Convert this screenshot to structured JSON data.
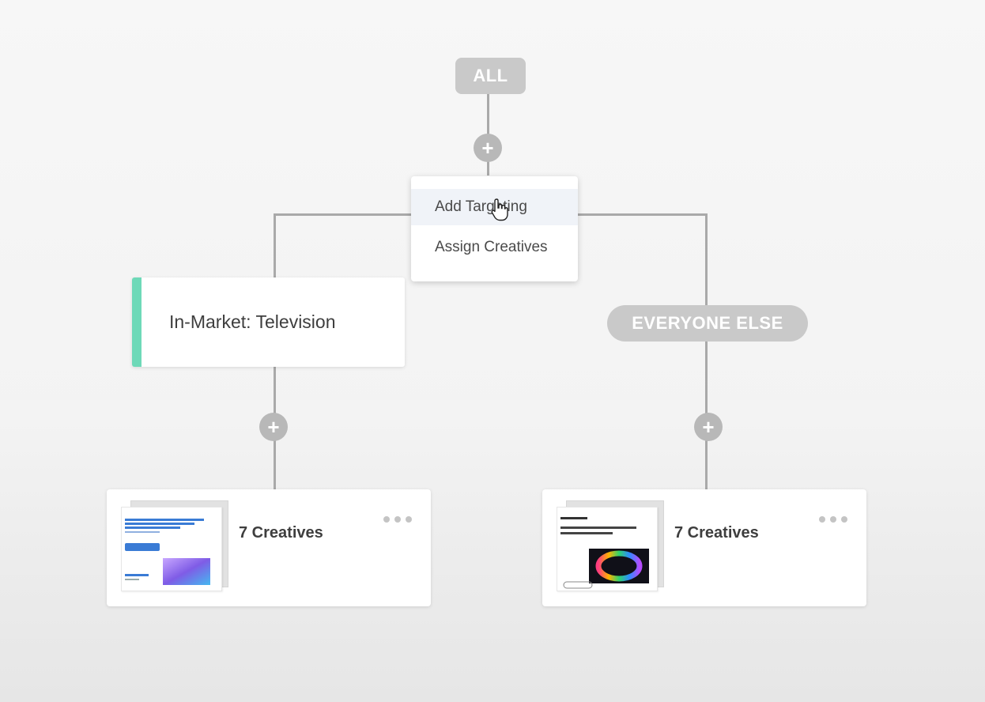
{
  "tree": {
    "root_label": "ALL",
    "else_label": "EVERYONE ELSE",
    "add_symbol": "+"
  },
  "menu": {
    "items": [
      {
        "label": "Add Targeting"
      },
      {
        "label": "Assign Creatives"
      }
    ]
  },
  "target_node": {
    "label": "In-Market: Television",
    "accent_color": "#6ed9b8"
  },
  "creative_groups": [
    {
      "count_label": "7 Creatives"
    },
    {
      "count_label": "7 Creatives"
    }
  ],
  "colors": {
    "pill": "#c9c9c9",
    "connector": "#a9a9a9",
    "add_button": "#b8b8b8",
    "ad_accent_blue": "#3a7bd5"
  },
  "icons": {
    "add": "plus-icon",
    "more": "more-dots-icon",
    "pointer": "hand-cursor-icon"
  }
}
